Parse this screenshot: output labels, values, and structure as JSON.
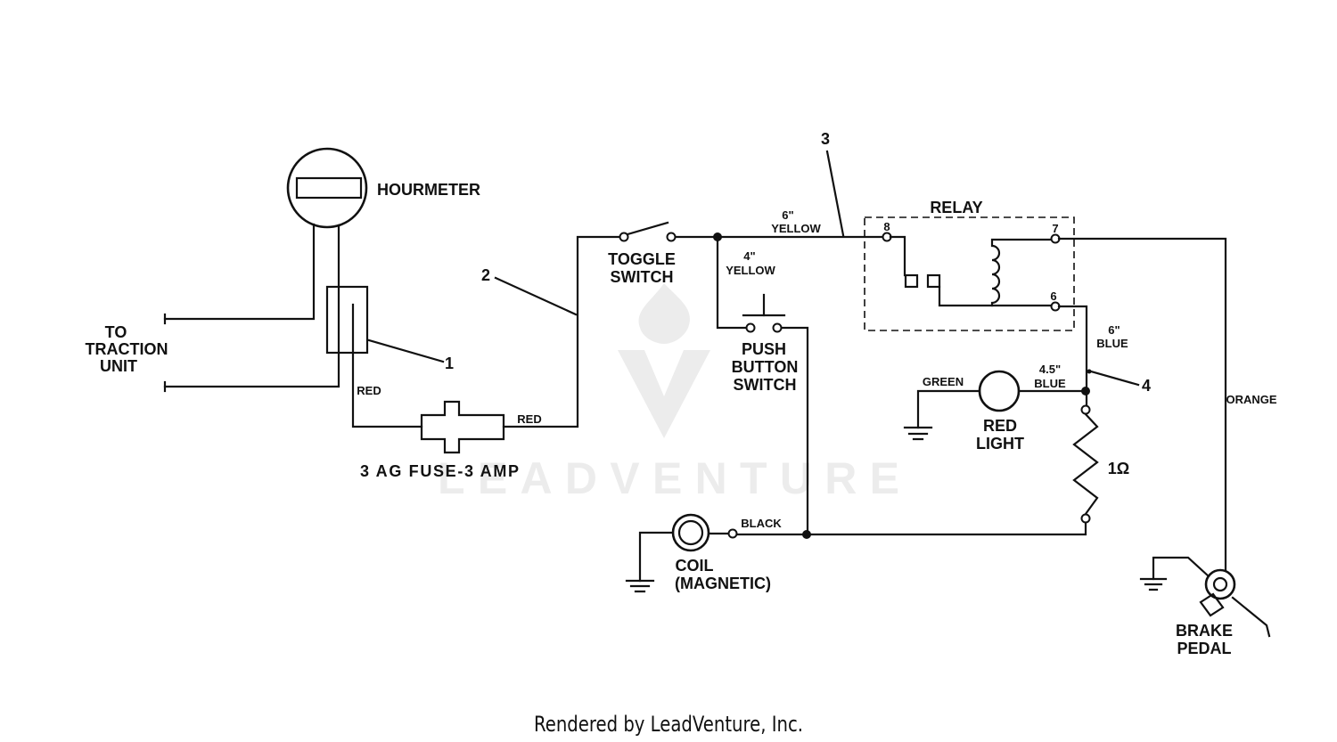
{
  "colors": {
    "ink": "#111111",
    "background": "#ffffff",
    "watermark": "#ececec"
  },
  "components": {
    "hourmeter": {
      "label": "HOURMETER"
    },
    "traction_unit": {
      "label_lines": [
        "TO",
        "TRACTION",
        "UNIT"
      ]
    },
    "fuse": {
      "label": "3 AG FUSE-3 AMP"
    },
    "toggle_switch": {
      "label_lines": [
        "TOGGLE",
        "SWITCH"
      ]
    },
    "push_button_switch": {
      "label_lines": [
        "PUSH",
        "BUTTON",
        "SWITCH"
      ]
    },
    "relay": {
      "label": "RELAY",
      "terminals": {
        "t8": "8",
        "t7": "7",
        "t6": "6"
      }
    },
    "red_light": {
      "label_lines": [
        "RED",
        "LIGHT"
      ]
    },
    "resistor": {
      "label": "1Ω"
    },
    "coil": {
      "label_lines": [
        "COIL",
        "(MAGNETIC)"
      ]
    },
    "brake_pedal": {
      "label_lines": [
        "BRAKE",
        "PEDAL"
      ]
    }
  },
  "wires": {
    "hourmeter_red": "RED",
    "fuse_red": "RED",
    "yellow_6in": {
      "length": "6\"",
      "label": "YELLOW"
    },
    "yellow_4in": {
      "length": "4\"",
      "label": "YELLOW"
    },
    "blue_6in": {
      "length": "6\"",
      "label": "BLUE"
    },
    "blue_4_5in": {
      "length": "4.5\"",
      "label": "BLUE"
    },
    "green": "GREEN",
    "black": "BLACK",
    "orange": "ORANGE"
  },
  "callouts": [
    "1",
    "2",
    "3",
    "4"
  ],
  "watermark": {
    "text": "LEADVENTURE"
  },
  "footer": "Rendered by LeadVenture, Inc."
}
